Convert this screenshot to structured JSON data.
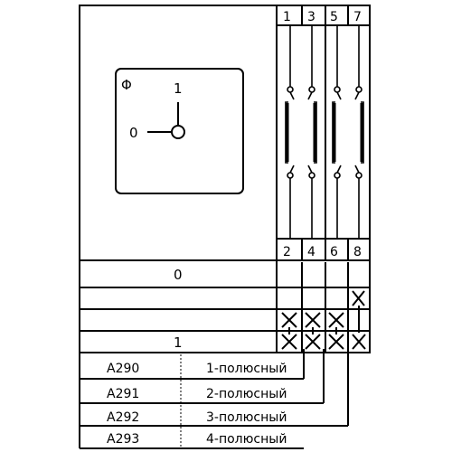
{
  "diagram": {
    "switch_symbol": {
      "phi_label": "Φ",
      "pos_on_label": "1",
      "pos_off_label": "0"
    },
    "terminals_top": [
      "1",
      "3",
      "5",
      "7"
    ],
    "terminals_bottom": [
      "2",
      "4",
      "6",
      "8"
    ],
    "position_labels": [
      "0",
      "1"
    ],
    "models": [
      {
        "code": "A290",
        "desc": "1-полюсный"
      },
      {
        "code": "A291",
        "desc": "2-полюсный"
      },
      {
        "code": "A292",
        "desc": "3-полюсный"
      },
      {
        "code": "A293",
        "desc": "4-полюсный"
      }
    ],
    "contact_table": {
      "position_0": [
        "",
        "",
        "",
        "X"
      ],
      "position_1_upper": [
        "X",
        "X",
        "X",
        ""
      ],
      "position_1_lower": [
        "X",
        "X",
        "X",
        "X"
      ]
    },
    "colors": {
      "line": "#000000",
      "background": "#ffffff"
    }
  }
}
